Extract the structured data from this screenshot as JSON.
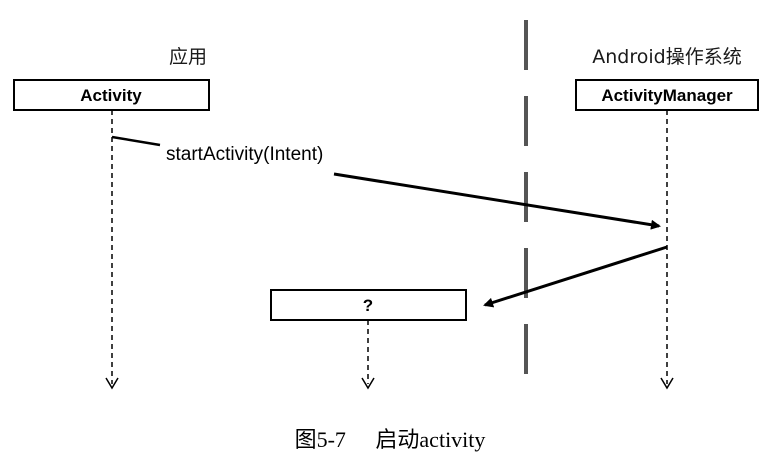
{
  "lanes": {
    "app": {
      "title": "应用",
      "box_label": "Activity"
    },
    "os": {
      "title": "Android操作系统",
      "box_label": "ActivityManager"
    }
  },
  "messages": {
    "start_activity": "startActivity(Intent)"
  },
  "unknown_target": {
    "label": "?"
  },
  "caption": {
    "figure_no": "图5-7",
    "title": "启动activity"
  }
}
